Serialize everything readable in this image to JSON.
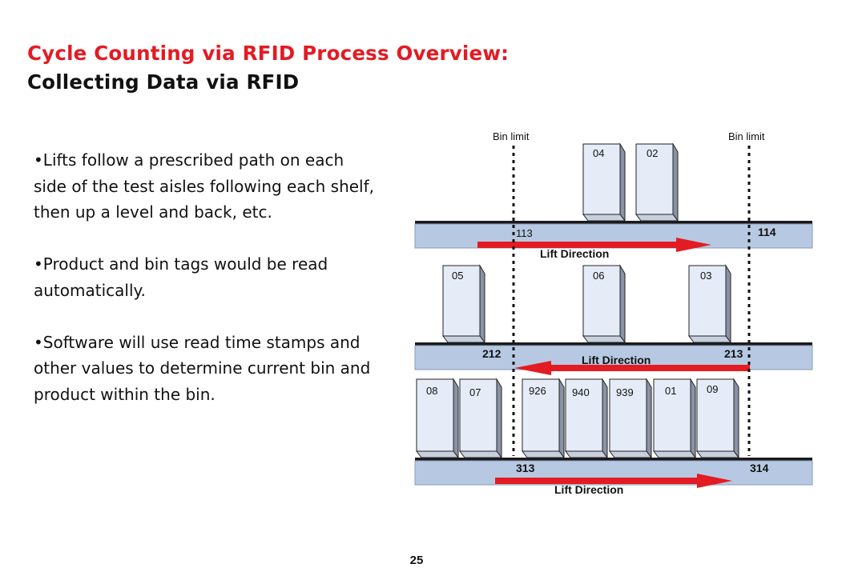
{
  "title": {
    "line1": "Cycle Counting via RFID Process Overview:",
    "line2": "Collecting Data via RFID"
  },
  "bullets": [
    "•Lifts follow a prescribed path on each side of the test aisles following each shelf, then up a level and back, etc.",
    "•Product and bin tags would be read automatically.",
    "•Software will use read time stamps and other values to determine current bin and product within the bin."
  ],
  "diagram": {
    "bin_limit_left": "Bin limit",
    "bin_limit_right": "Bin limit",
    "shelves": [
      {
        "left_label": "113",
        "right_label": "114",
        "direction_label": "Lift Direction",
        "arrow": "right",
        "bins": [
          "04",
          "02"
        ]
      },
      {
        "left_label": "212",
        "right_label": "213",
        "direction_label": "Lift Direction",
        "arrow": "left",
        "bins": [
          "05",
          "06",
          "03"
        ]
      },
      {
        "left_label": "313",
        "right_label": "314",
        "direction_label": "Lift Direction",
        "arrow": "right",
        "bins": [
          "08",
          "07",
          "926",
          "940",
          "939",
          "01",
          "09"
        ]
      }
    ],
    "colors": {
      "shelf_fill": "#b7c9e2",
      "shelf_border": "#1a1a1a",
      "arrow": "#e31b23",
      "bin_front": "#e6ecf7",
      "bin_side": "#8a93a6"
    }
  },
  "page_number": "25"
}
